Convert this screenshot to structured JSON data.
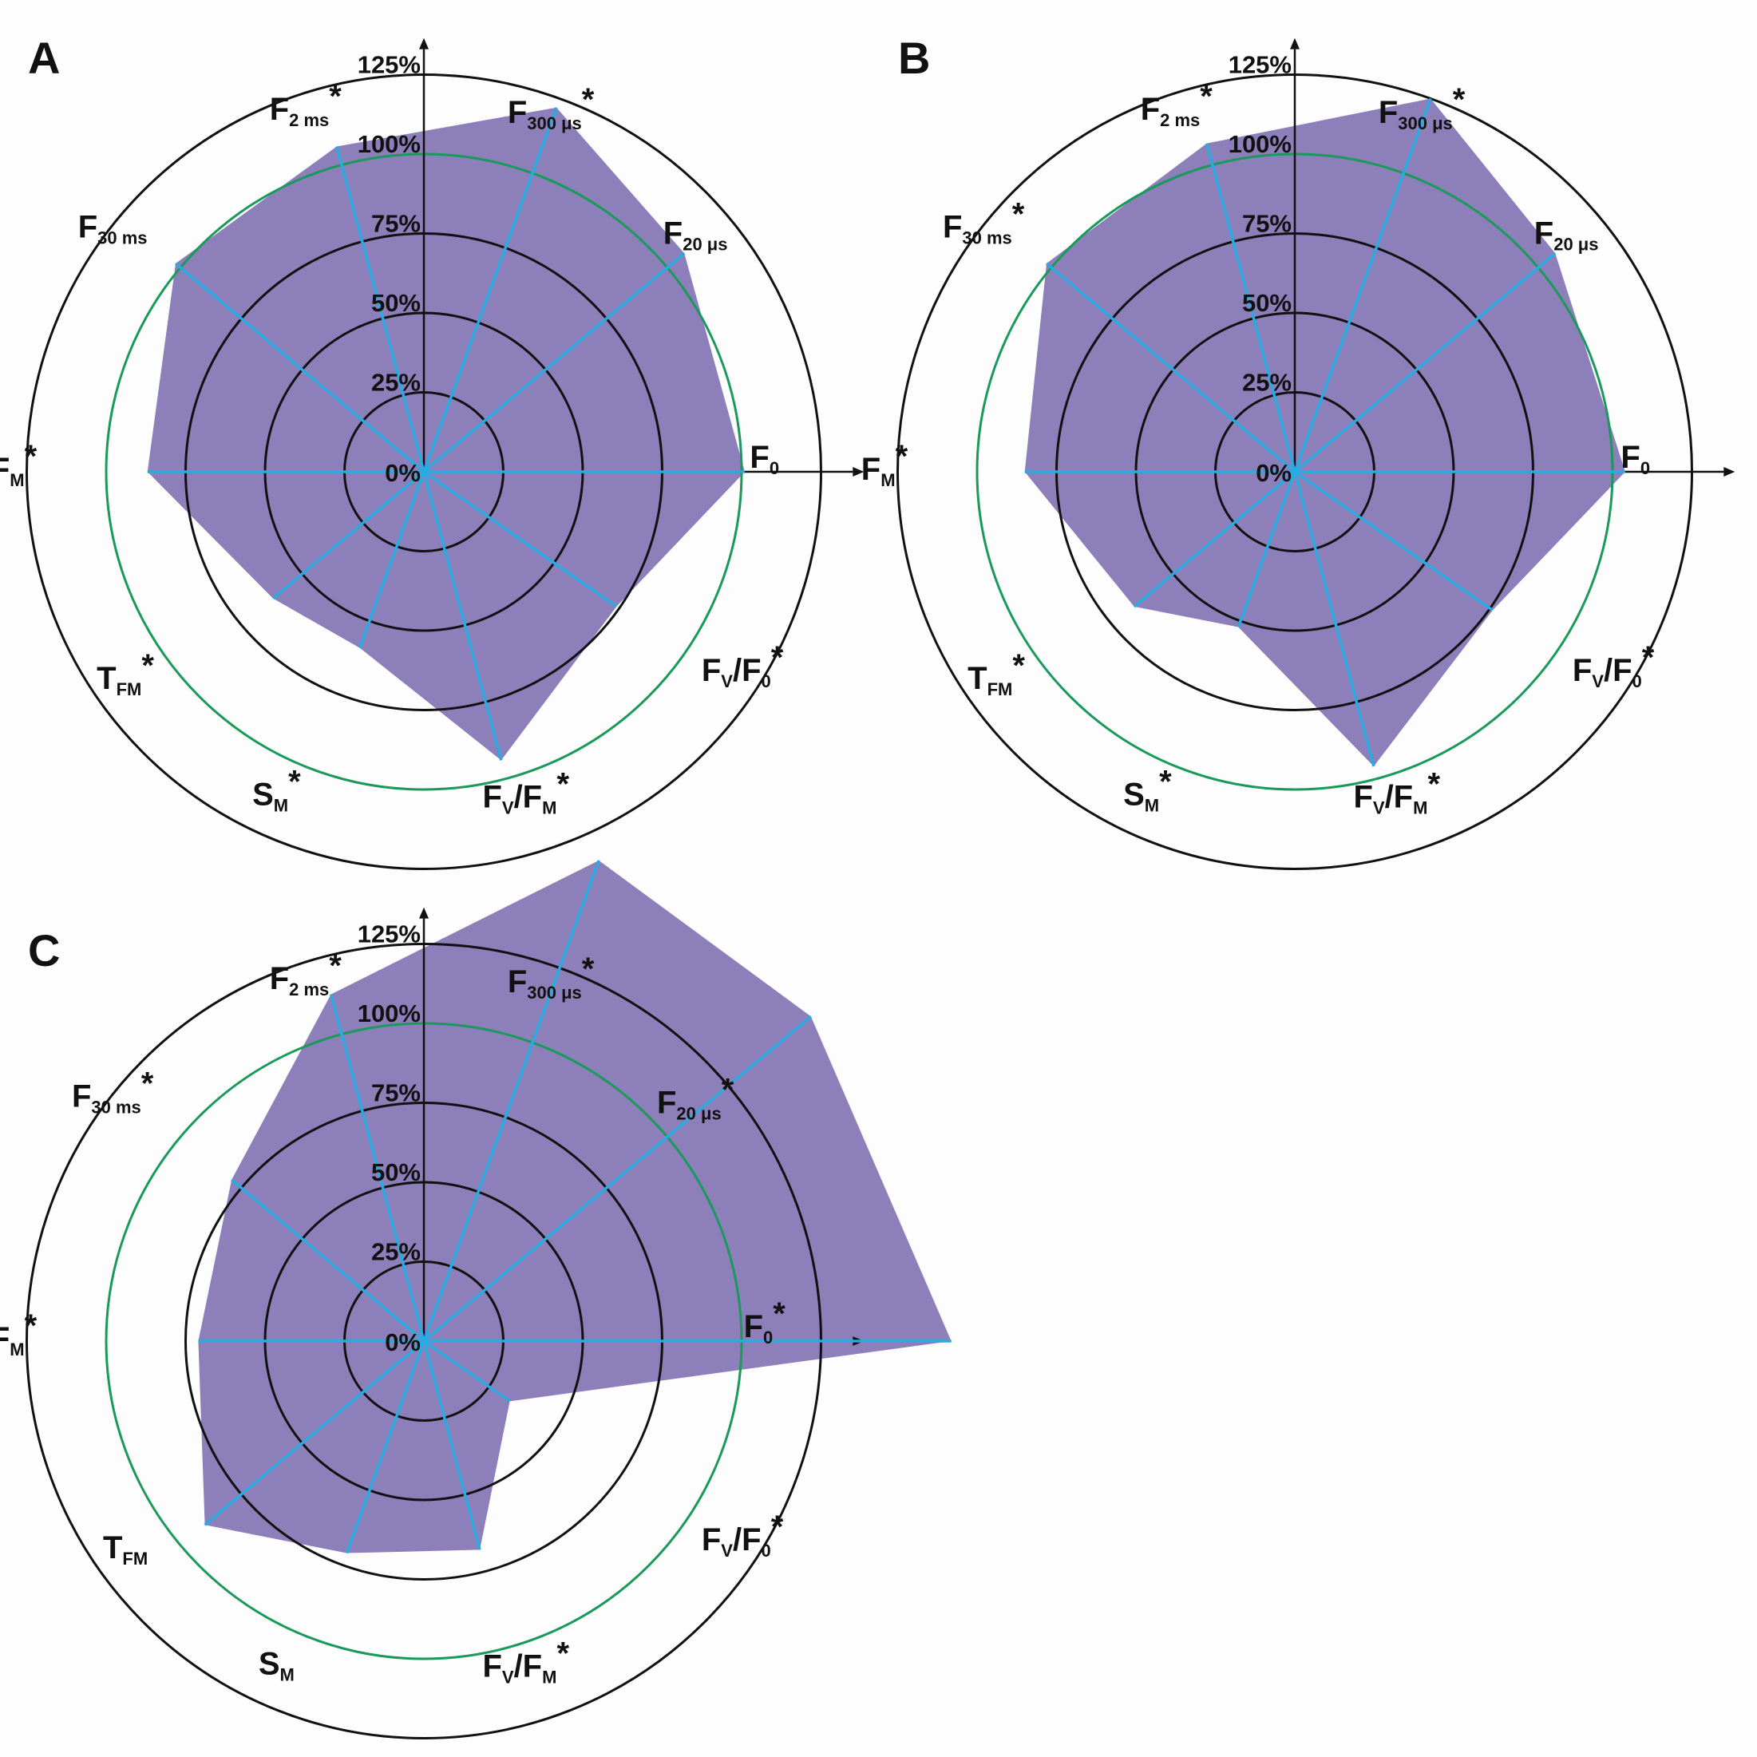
{
  "colors": {
    "polygon": "#8c7fba",
    "spoke": "#29abe2",
    "ring": "#111111",
    "reference_ring": "#1a9a5a"
  },
  "chart_data": [
    {
      "type": "radar",
      "panel": "A",
      "radial_range": [
        0,
        125
      ],
      "ticks": [
        "0%",
        "25%",
        "50%",
        "75%",
        "100%",
        "125%"
      ],
      "reference_value": 100,
      "axes": [
        {
          "key": "F0",
          "main": "F",
          "sub": "0",
          "star": "",
          "value": 101
        },
        {
          "key": "F20us",
          "main": "F",
          "sub": "20 μs",
          "star": "",
          "value": 107
        },
        {
          "key": "F300us",
          "main": "F",
          "sub": "300 μs",
          "star": "*",
          "value": 122
        },
        {
          "key": "F2ms",
          "main": "F",
          "sub": "2 ms",
          "star": "*",
          "value": 106
        },
        {
          "key": "F30ms",
          "main": "F",
          "sub": "30 ms",
          "star": "",
          "value": 102
        },
        {
          "key": "FM",
          "main": "F",
          "sub": "M",
          "star": "*",
          "value": 87
        },
        {
          "key": "TFM",
          "main": "T",
          "sub": "FM",
          "star": "*",
          "value": 62
        },
        {
          "key": "SM",
          "main": "S",
          "sub": "M",
          "star": "*",
          "value": 59
        },
        {
          "key": "FV/FM",
          "main": "F",
          "sub": "V",
          "tail": "/F",
          "tail_sub": "M",
          "star": "*",
          "value": 94
        },
        {
          "key": "FV/F0",
          "main": "F",
          "sub": "V",
          "tail": "/F",
          "tail_sub": "0",
          "star": "*",
          "value": 74
        }
      ]
    },
    {
      "type": "radar",
      "panel": "B",
      "radial_range": [
        0,
        125
      ],
      "ticks": [
        "0%",
        "25%",
        "50%",
        "75%",
        "100%",
        "125%"
      ],
      "reference_value": 100,
      "axes": [
        {
          "key": "F0",
          "main": "F",
          "sub": "0",
          "star": "",
          "value": 104
        },
        {
          "key": "F20us",
          "main": "F",
          "sub": "20 μs",
          "star": "",
          "value": 107
        },
        {
          "key": "F300us",
          "main": "F",
          "sub": "300 μs",
          "star": "*",
          "value": 125
        },
        {
          "key": "F2ms",
          "main": "F",
          "sub": "2 ms",
          "star": "*",
          "value": 107
        },
        {
          "key": "F30ms",
          "main": "F",
          "sub": "30 ms",
          "star": "*",
          "value": 102
        },
        {
          "key": "FM",
          "main": "F",
          "sub": "M",
          "star": "*",
          "value": 85
        },
        {
          "key": "TFM",
          "main": "T",
          "sub": "FM",
          "star": "*",
          "value": 66
        },
        {
          "key": "SM",
          "main": "S",
          "sub": "M",
          "star": "*",
          "value": 52
        },
        {
          "key": "FV/FM",
          "main": "F",
          "sub": "V",
          "tail": "/F",
          "tail_sub": "M",
          "star": "*",
          "value": 96
        },
        {
          "key": "FV/F0",
          "main": "F",
          "sub": "V",
          "tail": "/F",
          "tail_sub": "0",
          "star": "*",
          "value": 76
        }
      ]
    },
    {
      "type": "radar",
      "panel": "C",
      "radial_range": [
        0,
        125
      ],
      "ticks": [
        "0%",
        "25%",
        "50%",
        "75%",
        "100%",
        "125%"
      ],
      "reference_value": 100,
      "axes": [
        {
          "key": "F0",
          "main": "F",
          "sub": "0",
          "star": "*",
          "value": 166
        },
        {
          "key": "F20us",
          "main": "F",
          "sub": "20 μs",
          "star": "*",
          "value": 159
        },
        {
          "key": "F300us",
          "main": "F",
          "sub": "300 μs",
          "star": "*",
          "value": 161
        },
        {
          "key": "F2ms",
          "main": "F",
          "sub": "2 ms",
          "star": "*",
          "value": 113
        },
        {
          "key": "F30ms",
          "main": "F",
          "sub": "30 ms",
          "star": "*",
          "value": 79
        },
        {
          "key": "FM",
          "main": "F",
          "sub": "M",
          "star": "*",
          "value": 71
        },
        {
          "key": "TFM",
          "main": "T",
          "sub": "FM",
          "star": "",
          "value": 90
        },
        {
          "key": "SM",
          "main": "S",
          "sub": "M",
          "star": "",
          "value": 71
        },
        {
          "key": "FV/FM",
          "main": "F",
          "sub": "V",
          "tail": "/F",
          "tail_sub": "M",
          "star": "*",
          "value": 68
        },
        {
          "key": "FV/F0",
          "main": "F",
          "sub": "V",
          "tail": "/F",
          "tail_sub": "0",
          "star": "*",
          "value": 33
        }
      ]
    }
  ]
}
